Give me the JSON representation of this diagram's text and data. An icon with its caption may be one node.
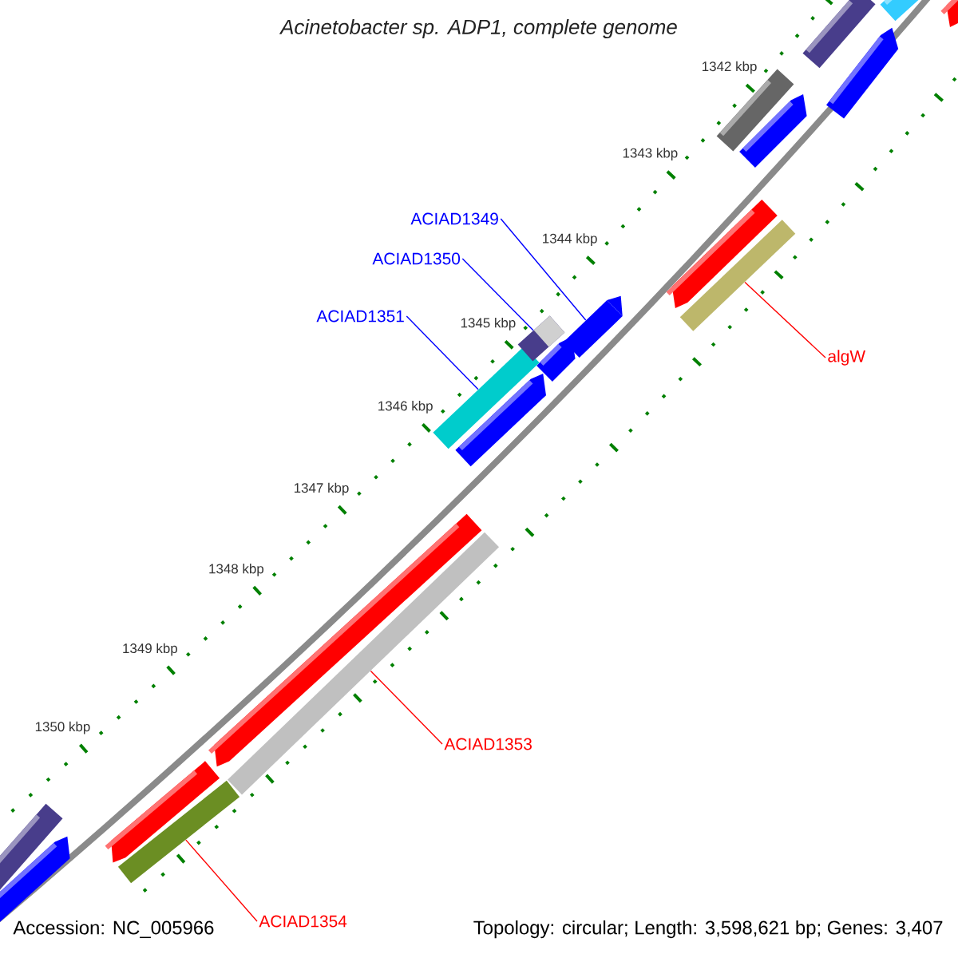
{
  "diagram": {
    "title": "Acinetobacter sp. ADP1, complete genome",
    "nodes": [
      {
        "text": [
          "ACIAD1349"
        ]
      },
      {
        "text": [
          "ACIAD1350"
        ]
      },
      {
        "text": [
          "ACIAD1351"
        ]
      },
      {
        "text": [
          "algW"
        ]
      },
      {
        "text": [
          "ACIAD1353"
        ]
      },
      {
        "text": [
          "ACIAD1354"
        ]
      },
      {
        "text": [],
        "shape": "bar"
      },
      {
        "text": [],
        "shape": "bar"
      },
      {
        "text": [],
        "shape": "bar"
      },
      {
        "text": [],
        "shape": "bar"
      },
      {
        "text": [],
        "shape": "bar"
      },
      {
        "text": [],
        "shape": "bar"
      }
    ],
    "edges": [
      {
        "from": 0,
        "to": 10,
        "arrow": "none",
        "color": "#0000ff"
      },
      {
        "from": 1,
        "to": 9,
        "arrow": "none",
        "color": "#0000ff"
      },
      {
        "from": 2,
        "to": 8,
        "arrow": "none",
        "color": "#0000ff"
      },
      {
        "from": 3,
        "to": 11,
        "arrow": "none",
        "color": "#ff0000"
      },
      {
        "from": 4,
        "to": 7,
        "arrow": "none",
        "color": "#ff0000"
      },
      {
        "from": 5,
        "to": 6,
        "arrow": "none",
        "color": "#ff0000"
      }
    ],
    "labels": [
      "1342 kbp",
      "1343 kbp",
      "1344 kbp",
      "1345 kbp",
      "1346 kbp",
      "1347 kbp",
      "1348 kbp",
      "1349 kbp",
      "1350 kbp",
      "Accession: NC_005966",
      "Topology: circular; Length: 3,598,621 bp; Genes: 3,407"
    ]
  }
}
